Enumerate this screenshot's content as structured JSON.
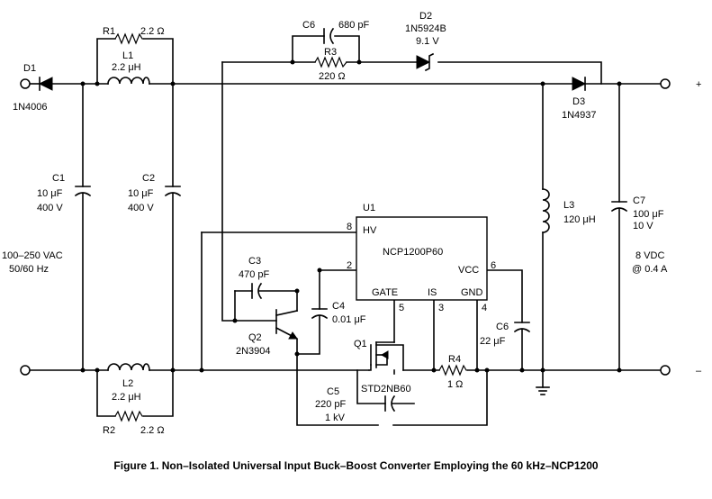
{
  "figure": {
    "caption": "Figure 1. Non–Isolated Universal Input Buck–Boost Converter Employing the 60 kHz–NCP1200"
  },
  "input": {
    "voltage": "100–250 VAC",
    "frequency": "50/60 Hz"
  },
  "output": {
    "voltage": "8 VDC",
    "current": "@ 0.4 A",
    "plus": "+",
    "minus": "–"
  },
  "components": {
    "d1": {
      "ref": "D1",
      "part": "1N4006"
    },
    "r1": {
      "ref": "R1",
      "value": "2.2 Ω"
    },
    "l1": {
      "ref": "L1",
      "value": "2.2 μH"
    },
    "c1": {
      "ref": "C1",
      "value": "10 μF",
      "rating": "400 V"
    },
    "c2": {
      "ref": "C2",
      "value": "10 μF",
      "rating": "400 V"
    },
    "l2": {
      "ref": "L2",
      "value": "2.2 μH"
    },
    "r2": {
      "ref": "R2",
      "value": "2.2 Ω"
    },
    "c6a": {
      "ref": "C6",
      "value": "680 pF"
    },
    "r3": {
      "ref": "R3",
      "value": "220 Ω"
    },
    "d2": {
      "ref": "D2",
      "part": "1N5924B",
      "value": "9.1 V"
    },
    "d3": {
      "ref": "D3",
      "part": "1N4937"
    },
    "l3": {
      "ref": "L3",
      "value": "120 μH"
    },
    "c7": {
      "ref": "C7",
      "value": "100 μF",
      "rating": "10 V"
    },
    "u1": {
      "ref": "U1",
      "part": "NCP1200P60",
      "pin_hv": "HV",
      "pin_vcc": "VCC",
      "pin_gate": "GATE",
      "pin_is": "IS",
      "pin_gnd": "GND",
      "pin8": "8",
      "pin2": "2",
      "pin6": "6",
      "pin5": "5",
      "pin3": "3",
      "pin4": "4"
    },
    "c3": {
      "ref": "C3",
      "value": "470 pF"
    },
    "c4": {
      "ref": "C4",
      "value": "0.01 μF"
    },
    "q2": {
      "ref": "Q2",
      "part": "2N3904"
    },
    "q1": {
      "ref": "Q1",
      "part": "STD2NB60"
    },
    "c6b": {
      "ref": "C6",
      "value": "22 μF"
    },
    "r4": {
      "ref": "R4",
      "value": "1 Ω"
    },
    "c5": {
      "ref": "C5",
      "value": "220 pF",
      "rating": "1 kV"
    }
  }
}
